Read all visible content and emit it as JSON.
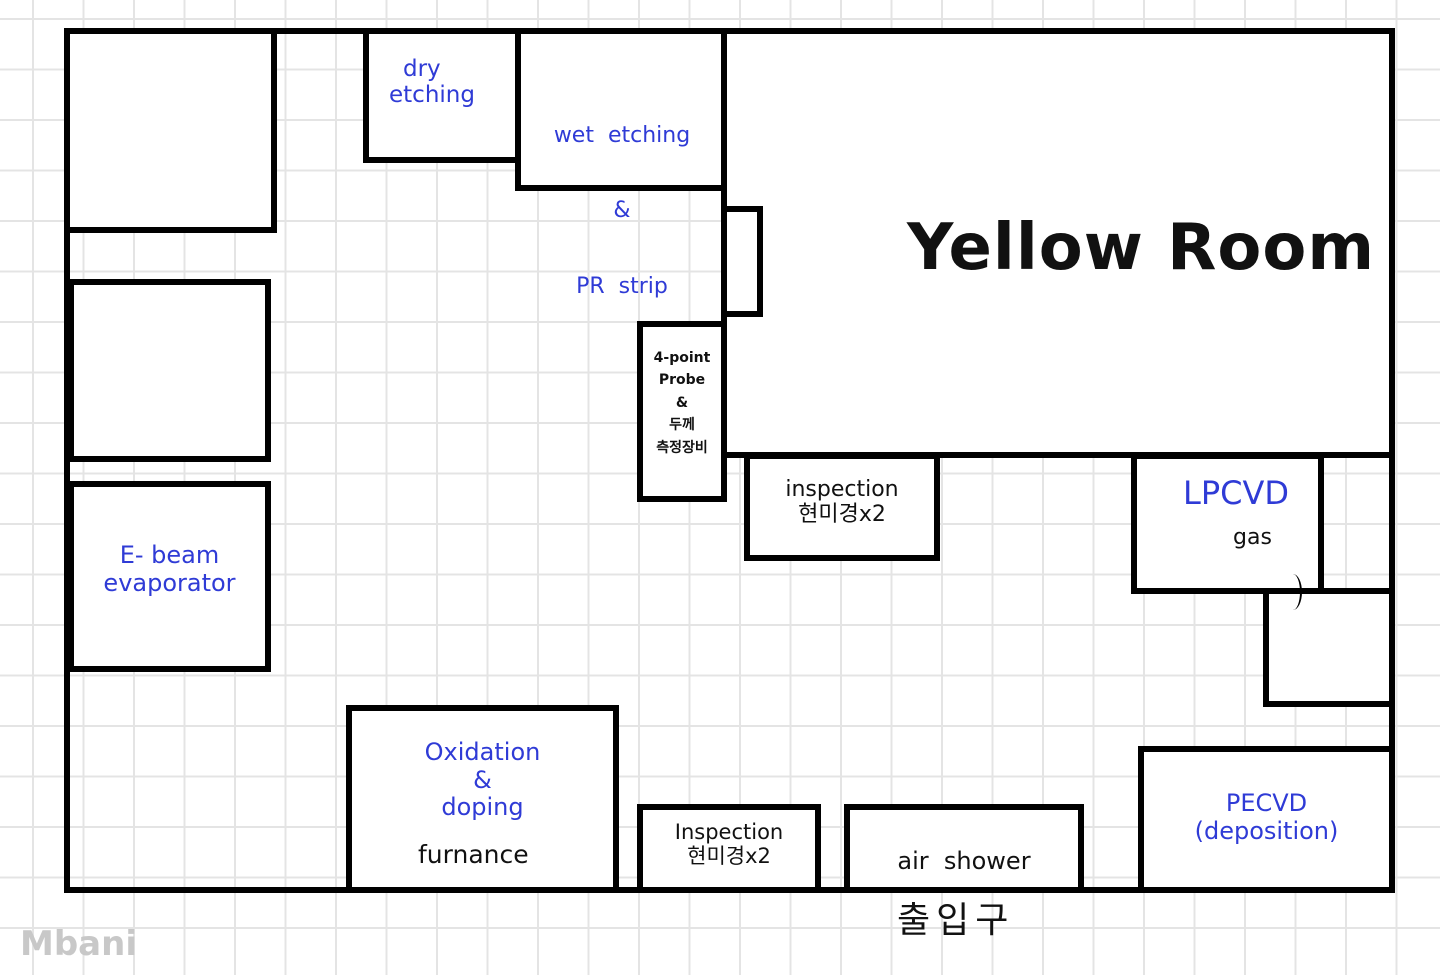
{
  "colors": {
    "ink": "#000000",
    "blue_label": "#2f3bd6",
    "grid": "#e4e4e4",
    "watermark": "#c8c8c8"
  },
  "rooms": {
    "yellow_room": "Yellow Room",
    "dry_etching": [
      "dry",
      "etching"
    ],
    "wet_etching": [
      "wet  etching",
      "&",
      "PR  strip"
    ],
    "four_point_probe": [
      "4-point",
      "Probe",
      "&",
      "두께",
      "측정장비"
    ],
    "inspection_top": [
      "inspection",
      "현미경x2"
    ],
    "lpcvd": "LPCVD",
    "lpcvd_gas": "gas",
    "ebeam": [
      "E- beam",
      "evaporator"
    ],
    "oxidation": [
      "Oxidation",
      "&",
      "doping"
    ],
    "furnace": "furnance",
    "inspection_bottom": [
      "Inspection",
      "현미경x2"
    ],
    "air_shower": "air  shower",
    "pecvd": [
      "PECVD",
      "(deposition)"
    ]
  },
  "entrance": "출입구",
  "watermark": "Mbani"
}
